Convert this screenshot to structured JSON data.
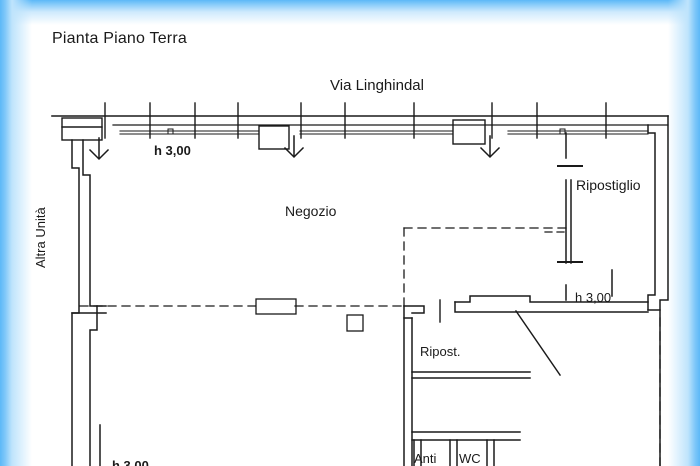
{
  "document": {
    "title": "Pianta Piano Terra",
    "type": "architectural-floor-plan",
    "border_color": "#5cb8f7",
    "ink_color": "#1a1a1a",
    "paper_color": "#ffffff"
  },
  "annotations": {
    "street_label": "Via Linghindal",
    "adjacent_unit_label": "Altra Unità",
    "height_top": "h 3,00",
    "height_right": "h 3,00",
    "height_bottom": "h 3,00"
  },
  "rooms": [
    {
      "id": "negozio",
      "label": "Negozio"
    },
    {
      "id": "ripostiglio",
      "label": "Ripostiglio"
    },
    {
      "id": "ripost",
      "label": "Ripost."
    },
    {
      "id": "anti",
      "label": "Anti"
    },
    {
      "id": "wc",
      "label": "WC"
    }
  ]
}
